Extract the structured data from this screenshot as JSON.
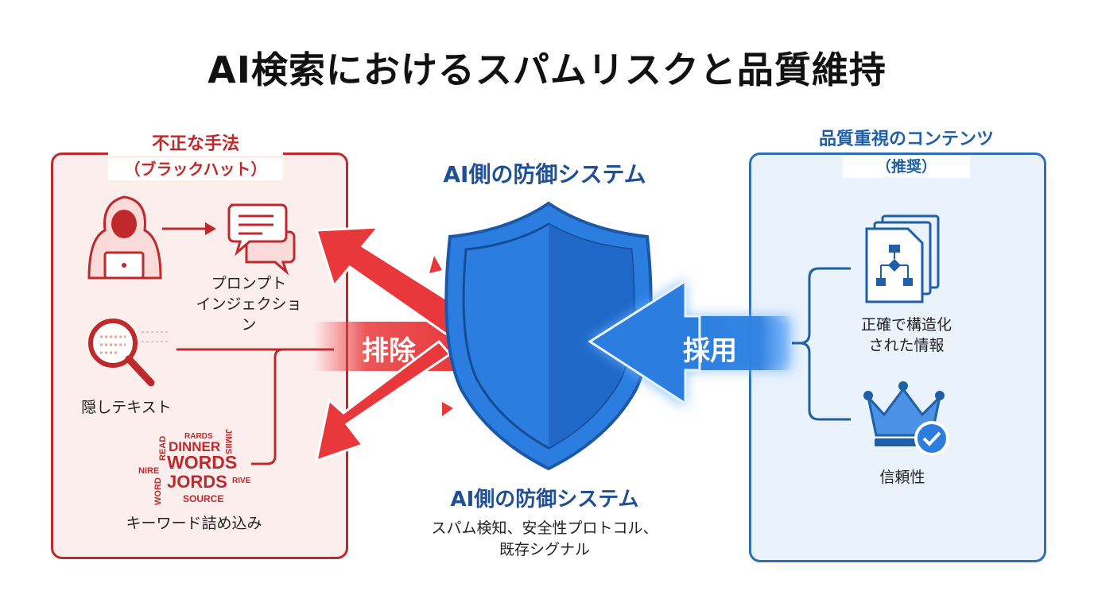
{
  "title": "AI検索におけるスパムリスクと品質維持",
  "left_panel": {
    "heading": "不正な手法",
    "subheading": "（ブラックハット）",
    "items": [
      {
        "label_line1": "プロンプト",
        "label_line2": "インジェクション",
        "icon": "hacker-icon"
      },
      {
        "label": "隠しテキスト",
        "icon": "magnifier-icon"
      },
      {
        "label": "キーワード詰め込み",
        "icon": "word-cloud-icon"
      }
    ],
    "word_cloud": [
      "RARDS",
      "DINNER",
      "READ",
      "JIMIIS",
      "NIRE",
      "WORDS",
      "JORDS",
      "RIVE",
      "WORD",
      "SOURCE"
    ]
  },
  "center": {
    "top_title": "AI側の防御システム",
    "bottom_title": "AI側の防御システム",
    "desc_line1": "スパム検知、安全性プロトコル、",
    "desc_line2": "既存シグナル",
    "reject_label": "排除",
    "adopt_label": "採用"
  },
  "right_panel": {
    "heading": "品質重視のコンテンツ",
    "subheading": "（推奨）",
    "items": [
      {
        "label_line1": "正確で構造化",
        "label_line2": "された情報",
        "icon": "structured-document-icon"
      },
      {
        "label": "信頼性",
        "icon": "crown-check-icon"
      }
    ]
  },
  "colors": {
    "red": "#c0292b",
    "red_arrow": "#e8383b",
    "blue": "#2f6fb8",
    "shield": "#2b7ee0"
  }
}
